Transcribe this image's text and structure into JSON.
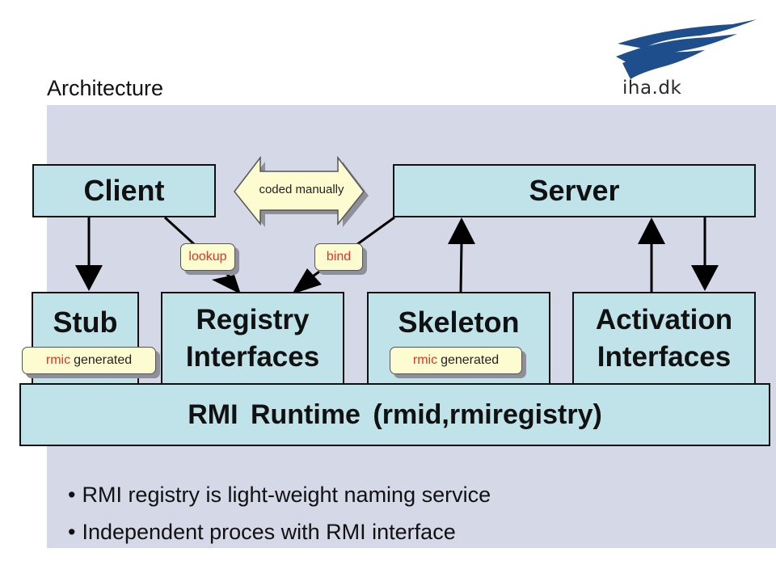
{
  "slide": {
    "heading": "Architecture",
    "logo_text": "iha.dk",
    "colors": {
      "panel": "#d5d8e6",
      "box_fill": "#bfe3e8",
      "tag_fill": "#fdfcd0",
      "tag_text_red": "#e1352a",
      "logo_blue": "#1f4e8c"
    }
  },
  "diagram": {
    "client": "Client",
    "server": "Server",
    "stub": "Stub",
    "registry_line1": "Registry",
    "registry_line2": "Interfaces",
    "skeleton": "Skeleton",
    "activation_line1": "Activation",
    "activation_line2": "Interfaces",
    "runtime": "RMI Runtime (rmid,rmiregistry)",
    "coded_manually": "coded manually",
    "lookup": "lookup",
    "bind": "bind",
    "stub_tag_red": "rmic",
    "stub_tag_rest": "generated",
    "skeleton_tag_red": "rmic",
    "skeleton_tag_rest": "generated"
  },
  "bullets": [
    "RMI registry is light-weight naming service",
    "Independent proces with RMI interface"
  ]
}
